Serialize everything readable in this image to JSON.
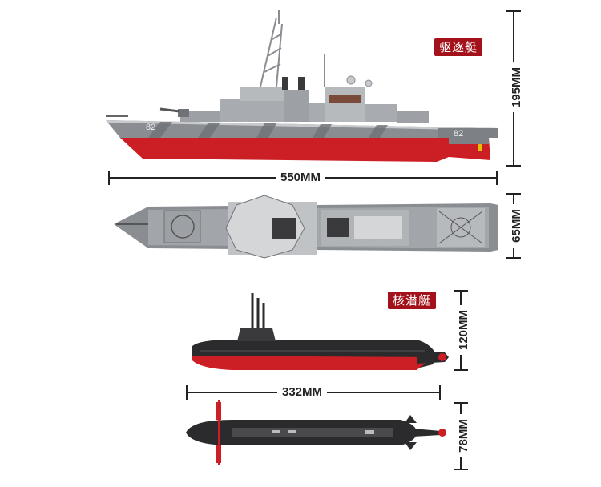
{
  "labels": {
    "destroyer_tag": "驱逐艇",
    "submarine_tag": "核潜艇"
  },
  "dimensions": {
    "destroyer_length": "550MM",
    "destroyer_height": "195MM",
    "destroyer_width": "65MM",
    "submarine_length": "332MM",
    "submarine_height": "120MM",
    "submarine_width": "78MM"
  },
  "hull_numbers": {
    "bow": "82",
    "stern": "82"
  },
  "colors": {
    "accent": "#a3121a",
    "hull_red": "#cc1f25",
    "hull_grey": "#8a8d92",
    "sub_black": "#2b2b2d"
  }
}
